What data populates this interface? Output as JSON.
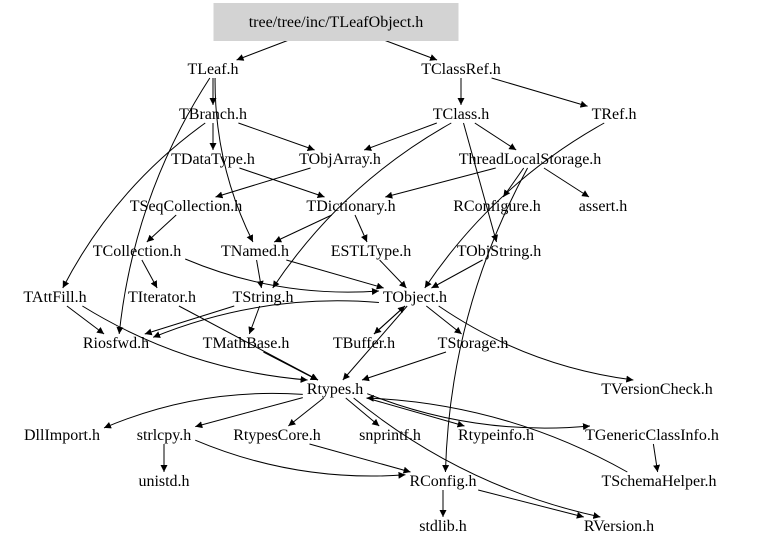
{
  "graph": {
    "root": {
      "id": "root",
      "label": "tree/tree/inc/TLeafObject.h"
    },
    "nodes": [
      {
        "id": "TLeaf",
        "label": "TLeaf.h"
      },
      {
        "id": "TClassRef",
        "label": "TClassRef.h"
      },
      {
        "id": "TBranch",
        "label": "TBranch.h"
      },
      {
        "id": "TClass",
        "label": "TClass.h"
      },
      {
        "id": "TRef",
        "label": "TRef.h"
      },
      {
        "id": "TDataType",
        "label": "TDataType.h"
      },
      {
        "id": "TObjArray",
        "label": "TObjArray.h"
      },
      {
        "id": "ThreadLocalStorage",
        "label": "ThreadLocalStorage.h"
      },
      {
        "id": "TSeqCollection",
        "label": "TSeqCollection.h"
      },
      {
        "id": "TDictionary",
        "label": "TDictionary.h"
      },
      {
        "id": "RConfigure",
        "label": "RConfigure.h"
      },
      {
        "id": "assert",
        "label": "assert.h"
      },
      {
        "id": "TCollection",
        "label": "TCollection.h"
      },
      {
        "id": "TNamed",
        "label": "TNamed.h"
      },
      {
        "id": "ESTLType",
        "label": "ESTLType.h"
      },
      {
        "id": "TObjString",
        "label": "TObjString.h"
      },
      {
        "id": "TAttFill",
        "label": "TAttFill.h"
      },
      {
        "id": "TIterator",
        "label": "TIterator.h"
      },
      {
        "id": "TString",
        "label": "TString.h"
      },
      {
        "id": "TObject",
        "label": "TObject.h"
      },
      {
        "id": "Riosfwd",
        "label": "Riosfwd.h"
      },
      {
        "id": "TMathBase",
        "label": "TMathBase.h"
      },
      {
        "id": "TBuffer",
        "label": "TBuffer.h"
      },
      {
        "id": "TStorage",
        "label": "TStorage.h"
      },
      {
        "id": "TVersionCheck",
        "label": "TVersionCheck.h"
      },
      {
        "id": "Rtypes",
        "label": "Rtypes.h"
      },
      {
        "id": "DllImport",
        "label": "DllImport.h"
      },
      {
        "id": "strlcpy",
        "label": "strlcpy.h"
      },
      {
        "id": "RtypesCore",
        "label": "RtypesCore.h"
      },
      {
        "id": "snprintf",
        "label": "snprintf.h"
      },
      {
        "id": "Rtypeinfo",
        "label": "Rtypeinfo.h"
      },
      {
        "id": "TGenericClassInfo",
        "label": "TGenericClassInfo.h"
      },
      {
        "id": "unistd",
        "label": "unistd.h"
      },
      {
        "id": "RConfig",
        "label": "RConfig.h"
      },
      {
        "id": "TSchemaHelper",
        "label": "TSchemaHelper.h"
      },
      {
        "id": "stdlib",
        "label": "stdlib.h"
      },
      {
        "id": "RVersion",
        "label": "RVersion.h"
      }
    ],
    "edges": [
      [
        "root",
        "TLeaf"
      ],
      [
        "root",
        "TClassRef"
      ],
      [
        "TLeaf",
        "TBranch"
      ],
      [
        "TLeaf",
        "TNamed"
      ],
      [
        "TLeaf",
        "Riosfwd"
      ],
      [
        "TClassRef",
        "TClass"
      ],
      [
        "TClassRef",
        "TRef"
      ],
      [
        "TBranch",
        "TDataType"
      ],
      [
        "TBranch",
        "TObjArray"
      ],
      [
        "TBranch",
        "TAttFill"
      ],
      [
        "TClass",
        "TObjArray"
      ],
      [
        "TClass",
        "ThreadLocalStorage"
      ],
      [
        "TClass",
        "TObjString"
      ],
      [
        "TClass",
        "TString"
      ],
      [
        "TRef",
        "TObject"
      ],
      [
        "TDataType",
        "TDictionary"
      ],
      [
        "TObjArray",
        "TSeqCollection"
      ],
      [
        "ThreadLocalStorage",
        "RConfigure"
      ],
      [
        "ThreadLocalStorage",
        "assert"
      ],
      [
        "ThreadLocalStorage",
        "TDictionary"
      ],
      [
        "ThreadLocalStorage",
        "RConfig"
      ],
      [
        "TSeqCollection",
        "TCollection"
      ],
      [
        "TDictionary",
        "TNamed"
      ],
      [
        "TDictionary",
        "ESTLType"
      ],
      [
        "TCollection",
        "TIterator"
      ],
      [
        "TCollection",
        "TObject"
      ],
      [
        "TNamed",
        "TString"
      ],
      [
        "TNamed",
        "TObject"
      ],
      [
        "ESTLType",
        "TObject"
      ],
      [
        "TObjString",
        "TObject"
      ],
      [
        "TAttFill",
        "Riosfwd"
      ],
      [
        "TAttFill",
        "Rtypes"
      ],
      [
        "TIterator",
        "Rtypes"
      ],
      [
        "TString",
        "TMathBase"
      ],
      [
        "TString",
        "Riosfwd"
      ],
      [
        "TObject",
        "Riosfwd"
      ],
      [
        "TObject",
        "TBuffer"
      ],
      [
        "TObject",
        "TStorage"
      ],
      [
        "TObject",
        "TVersionCheck"
      ],
      [
        "TObject",
        "Rtypes"
      ],
      [
        "TStorage",
        "Rtypes"
      ],
      [
        "TMathBase",
        "Rtypes"
      ],
      [
        "TBuffer",
        "TObject"
      ],
      [
        "Rtypes",
        "DllImport"
      ],
      [
        "Rtypes",
        "strlcpy"
      ],
      [
        "Rtypes",
        "RtypesCore"
      ],
      [
        "Rtypes",
        "snprintf"
      ],
      [
        "Rtypes",
        "Rtypeinfo"
      ],
      [
        "Rtypes",
        "TGenericClassInfo"
      ],
      [
        "Rtypes",
        "RVersion"
      ],
      [
        "strlcpy",
        "unistd"
      ],
      [
        "strlcpy",
        "RConfig"
      ],
      [
        "RtypesCore",
        "RConfig"
      ],
      [
        "TGenericClassInfo",
        "TSchemaHelper"
      ],
      [
        "TSchemaHelper",
        "Rtypes"
      ],
      [
        "RConfig",
        "stdlib"
      ],
      [
        "RConfig",
        "RVersion"
      ]
    ]
  }
}
